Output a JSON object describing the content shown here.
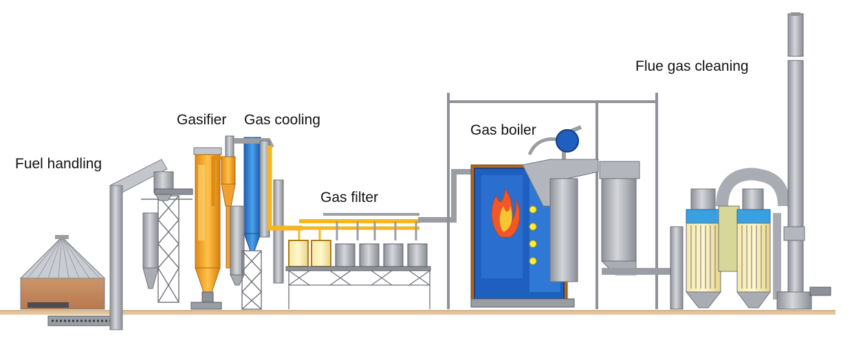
{
  "labels": {
    "fuel_handling": "Fuel handling",
    "gasifier": "Gasifier",
    "gas_cooling": "Gas cooling",
    "gas_filter": "Gas filter",
    "gas_boiler": "Gas boiler",
    "flue_gas_cleaning": "Flue gas cleaning"
  },
  "colors": {
    "steel": "#b3b6bc",
    "steel_dark": "#7d8087",
    "gasifier_orange": "#f2a12a",
    "cooling_blue": "#2e7fd6",
    "boiler_blue": "#1f5fbf",
    "flame": "#f2572a",
    "pipe_yellow": "#f7c531",
    "ground": "#e6c49a",
    "fuel_pile": "#c98a5e"
  }
}
